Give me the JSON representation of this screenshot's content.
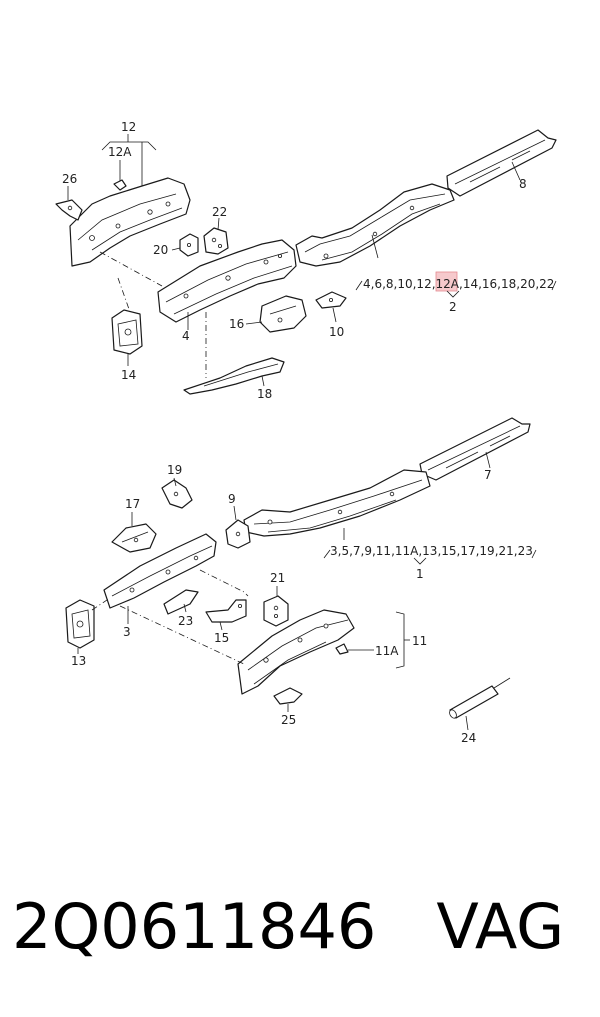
{
  "labels": {
    "p12": "12",
    "p12a": "12A",
    "p26": "26",
    "p22": "22",
    "p20": "20",
    "p8": "8",
    "p4": "4",
    "p16": "16",
    "p10": "10",
    "p14": "14",
    "p18": "18",
    "group2_list_pre": "4,6,8,10,12,",
    "group2_list_hl": "12A",
    "group2_list_post": ",14,16,18,20,22",
    "p2": "2",
    "p19": "19",
    "p17": "17",
    "p9": "9",
    "p7": "7",
    "group1_list": "3,5,7,9,11,11A,13,15,17,19,21,23",
    "p1": "1",
    "p21": "21",
    "p23": "23",
    "p15": "15",
    "p3": "3",
    "p13": "13",
    "p11a": "11A",
    "p11": "11",
    "p25": "25",
    "p24": "24"
  },
  "highlight_color": "#f6c9cc",
  "footer": {
    "part_number": "2Q0611846",
    "brand": "VAG"
  }
}
